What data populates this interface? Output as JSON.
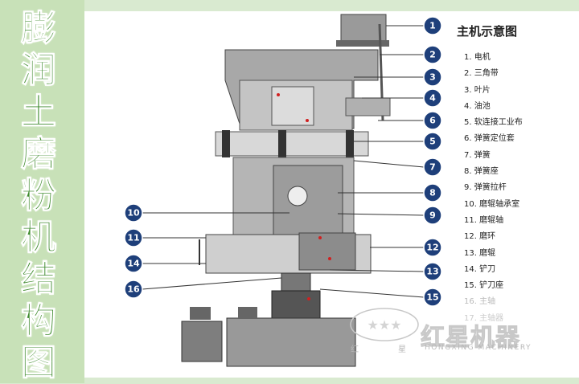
{
  "side_title": [
    "膨",
    "润",
    "土",
    "磨",
    "粉",
    "机",
    "结",
    "构",
    "图"
  ],
  "legend": {
    "title": "主机示意图",
    "items": [
      "1. 电机",
      "2. 三角带",
      "3. 叶片",
      "4. 油池",
      "5. 软连接工业布",
      "6. 弹簧定位套",
      "7. 弹簧",
      "8. 弹簧座",
      "9. 弹簧拉杆",
      "10. 磨辊轴承室",
      "11. 磨辊轴",
      "12. 磨环",
      "13. 磨辊",
      "14. 铲刀",
      "15. 铲刀座",
      "16. 主轴",
      "17. 主轴器"
    ]
  },
  "callouts": [
    "1",
    "2",
    "3",
    "4",
    "5",
    "6",
    "7",
    "8",
    "9",
    "10",
    "11",
    "12",
    "13",
    "14",
    "15",
    "16"
  ],
  "watermark": {
    "brand_cn": "红星机器",
    "brand_en": "HONGXING MACHINERY",
    "small_left": "红",
    "small_right": "星"
  },
  "colors": {
    "callout_fill": "#1e3f7a",
    "title_green": "#3d8a2c",
    "machine_gray": "#8a8a8a",
    "accent_red": "#d02020"
  }
}
